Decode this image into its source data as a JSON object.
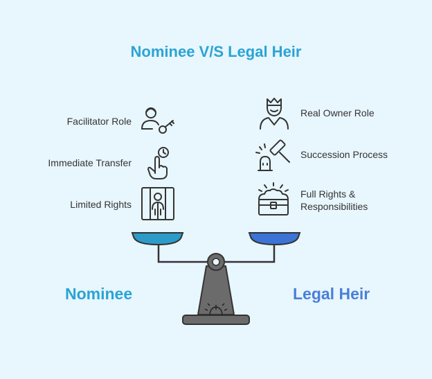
{
  "title": "Nominee V/S Legal Heir",
  "nominee": {
    "label": "Nominee",
    "items": [
      {
        "label": "Facilitator Role",
        "icon": "person-key-icon"
      },
      {
        "label": "Immediate Transfer",
        "icon": "hand-clock-icon"
      },
      {
        "label": "Limited Rights",
        "icon": "prisoner-icon"
      }
    ]
  },
  "legal_heir": {
    "label": "Legal Heir",
    "items": [
      {
        "label": "Real Owner Role",
        "icon": "crowned-person-icon"
      },
      {
        "label": "Succession Process",
        "icon": "gavel-icon"
      },
      {
        "label": "Full Rights &",
        "label2": "Responsibilities",
        "icon": "treasure-chest-icon"
      }
    ]
  },
  "colors": {
    "title": "#2aa4d4",
    "nominee": "#2aa4d4",
    "legal_heir": "#4a7fd9",
    "left_pan": "#2d9bc9",
    "right_pan": "#3b74d6",
    "stand": "#6b6b6b"
  }
}
